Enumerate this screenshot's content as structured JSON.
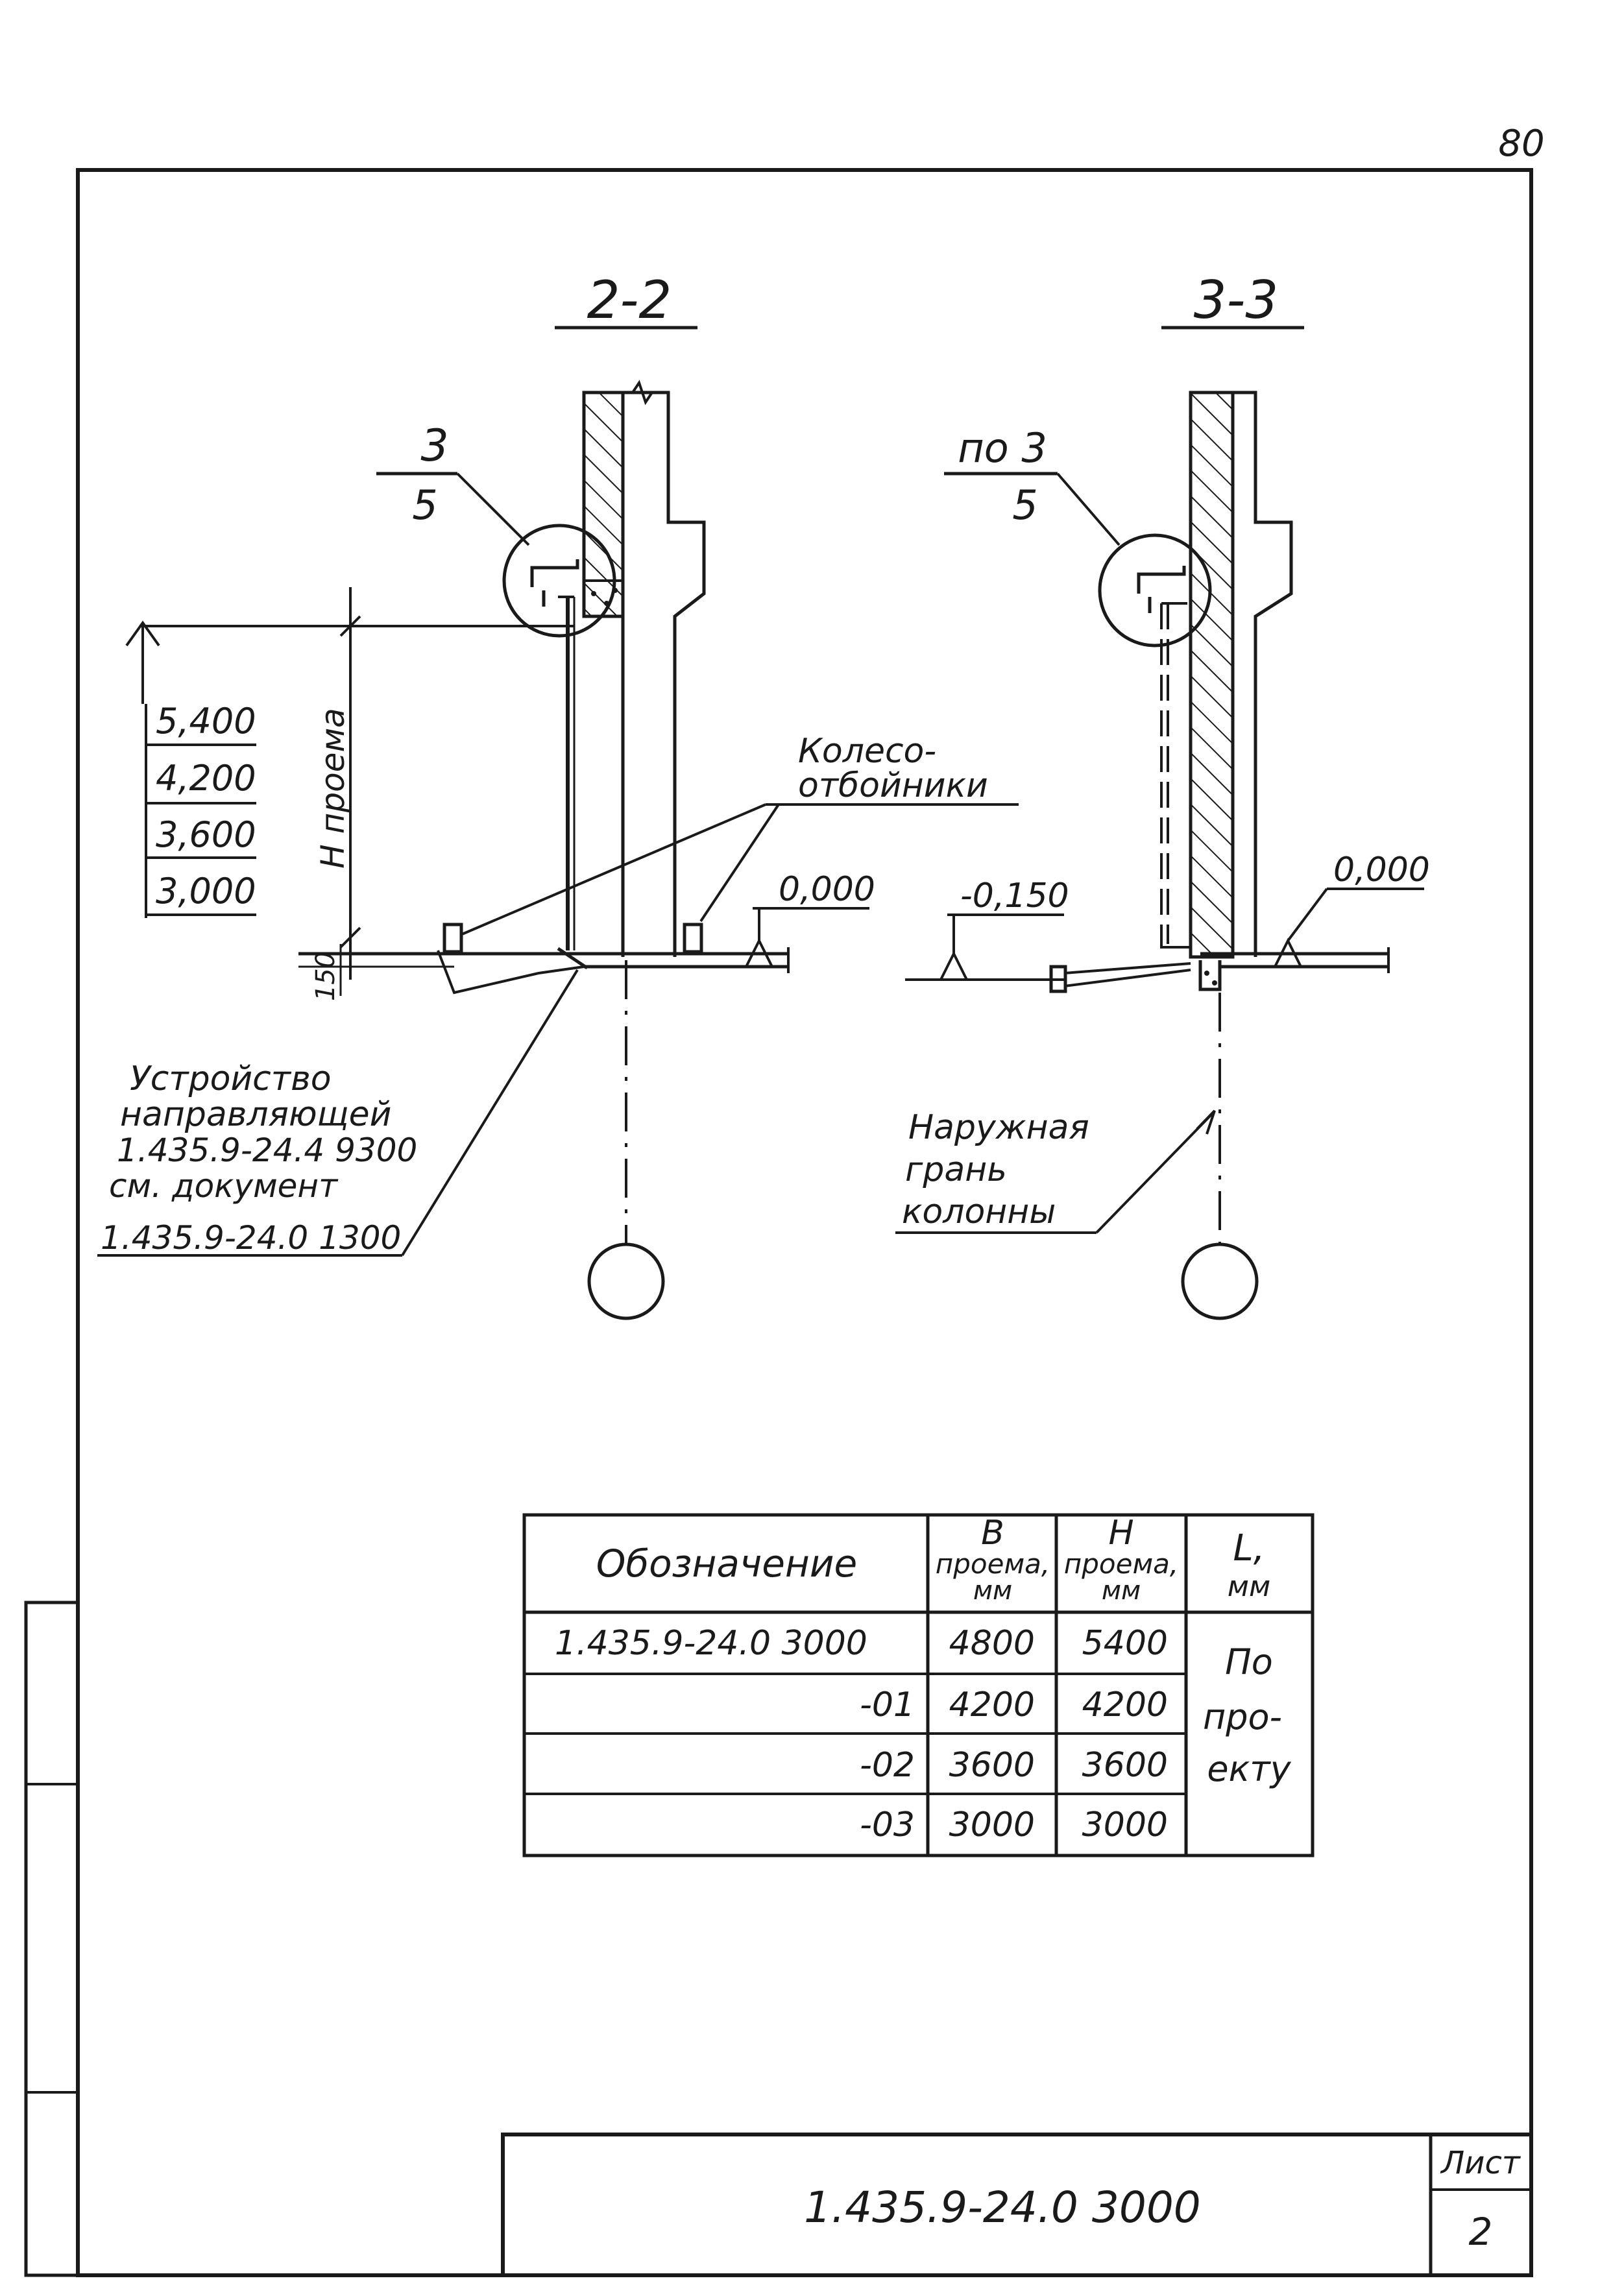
{
  "page_number": "80",
  "sections": {
    "left": {
      "title": "2-2",
      "callout_top": "3",
      "callout_bottom": "5",
      "elevations": [
        "5,400",
        "4,200",
        "3,600",
        "3,000"
      ],
      "height_label": "H проема",
      "wheel_guard_label_1": "Колесо-",
      "wheel_guard_label_2": "отбойники",
      "level_label": "0,000",
      "dim_150": "150",
      "note_lines": [
        "Устройство",
        "направляющей",
        "1.435.9-24.4 9300",
        "см. документ",
        "1.435.9-24.0 1300"
      ]
    },
    "right": {
      "title": "3-3",
      "callout_top": "по 3",
      "callout_bottom": "5",
      "level_minus": "-0,150",
      "level_label": "0,000",
      "note_lines": [
        "Наружная",
        "грань",
        "колонны"
      ]
    }
  },
  "table": {
    "headers": {
      "designation": "Обозначение",
      "b": [
        "B",
        "проема,",
        "мм"
      ],
      "h": [
        "H",
        "проема,",
        "мм"
      ],
      "l": [
        "L,",
        "мм"
      ]
    },
    "rows": [
      {
        "designation": "1.435.9-24.0 3000",
        "b": "4800",
        "h": "5400"
      },
      {
        "designation": "-01",
        "b": "4200",
        "h": "4200"
      },
      {
        "designation": "-02",
        "b": "3600",
        "h": "3600"
      },
      {
        "designation": "-03",
        "b": "3000",
        "h": "3000"
      }
    ],
    "l_value_lines": [
      "По",
      "про-",
      "екту"
    ]
  },
  "title_block": {
    "document_code": "1.435.9-24.0 3000",
    "sheet_label": "Лист",
    "sheet_number": "2"
  }
}
